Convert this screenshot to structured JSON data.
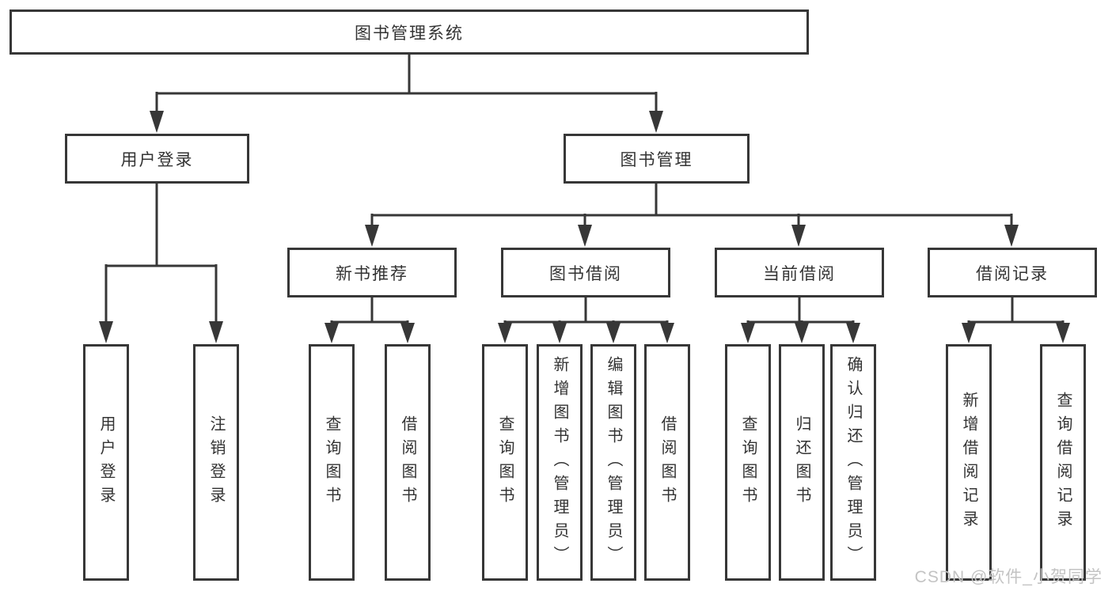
{
  "title": {
    "label": "图书管理系统"
  },
  "level2": [
    {
      "label": "用户登录"
    },
    {
      "label": "图书管理"
    }
  ],
  "level3": [
    {
      "label": "新书推荐"
    },
    {
      "label": "图书借阅"
    },
    {
      "label": "当前借阅"
    },
    {
      "label": "借阅记录"
    }
  ],
  "leaves": [
    {
      "label": "用户登录"
    },
    {
      "label": "注销登录"
    },
    {
      "label": "查询图书"
    },
    {
      "label": "借阅图书"
    },
    {
      "label": "查询图书"
    },
    {
      "label": "新增图书（管理员）"
    },
    {
      "label": "编辑图书（管理员）"
    },
    {
      "label": "借阅图书"
    },
    {
      "label": "查询图书"
    },
    {
      "label": "归还图书"
    },
    {
      "label": "确认归还（管理员）"
    },
    {
      "label": "新增借阅记录"
    },
    {
      "label": "查询借阅记录"
    }
  ],
  "watermark": {
    "text": "CSDN @软件_小贺同学"
  },
  "colors": {
    "line": "#373737",
    "text": "#333333",
    "background": "#ffffff",
    "watermark": "#c3c3c3"
  }
}
